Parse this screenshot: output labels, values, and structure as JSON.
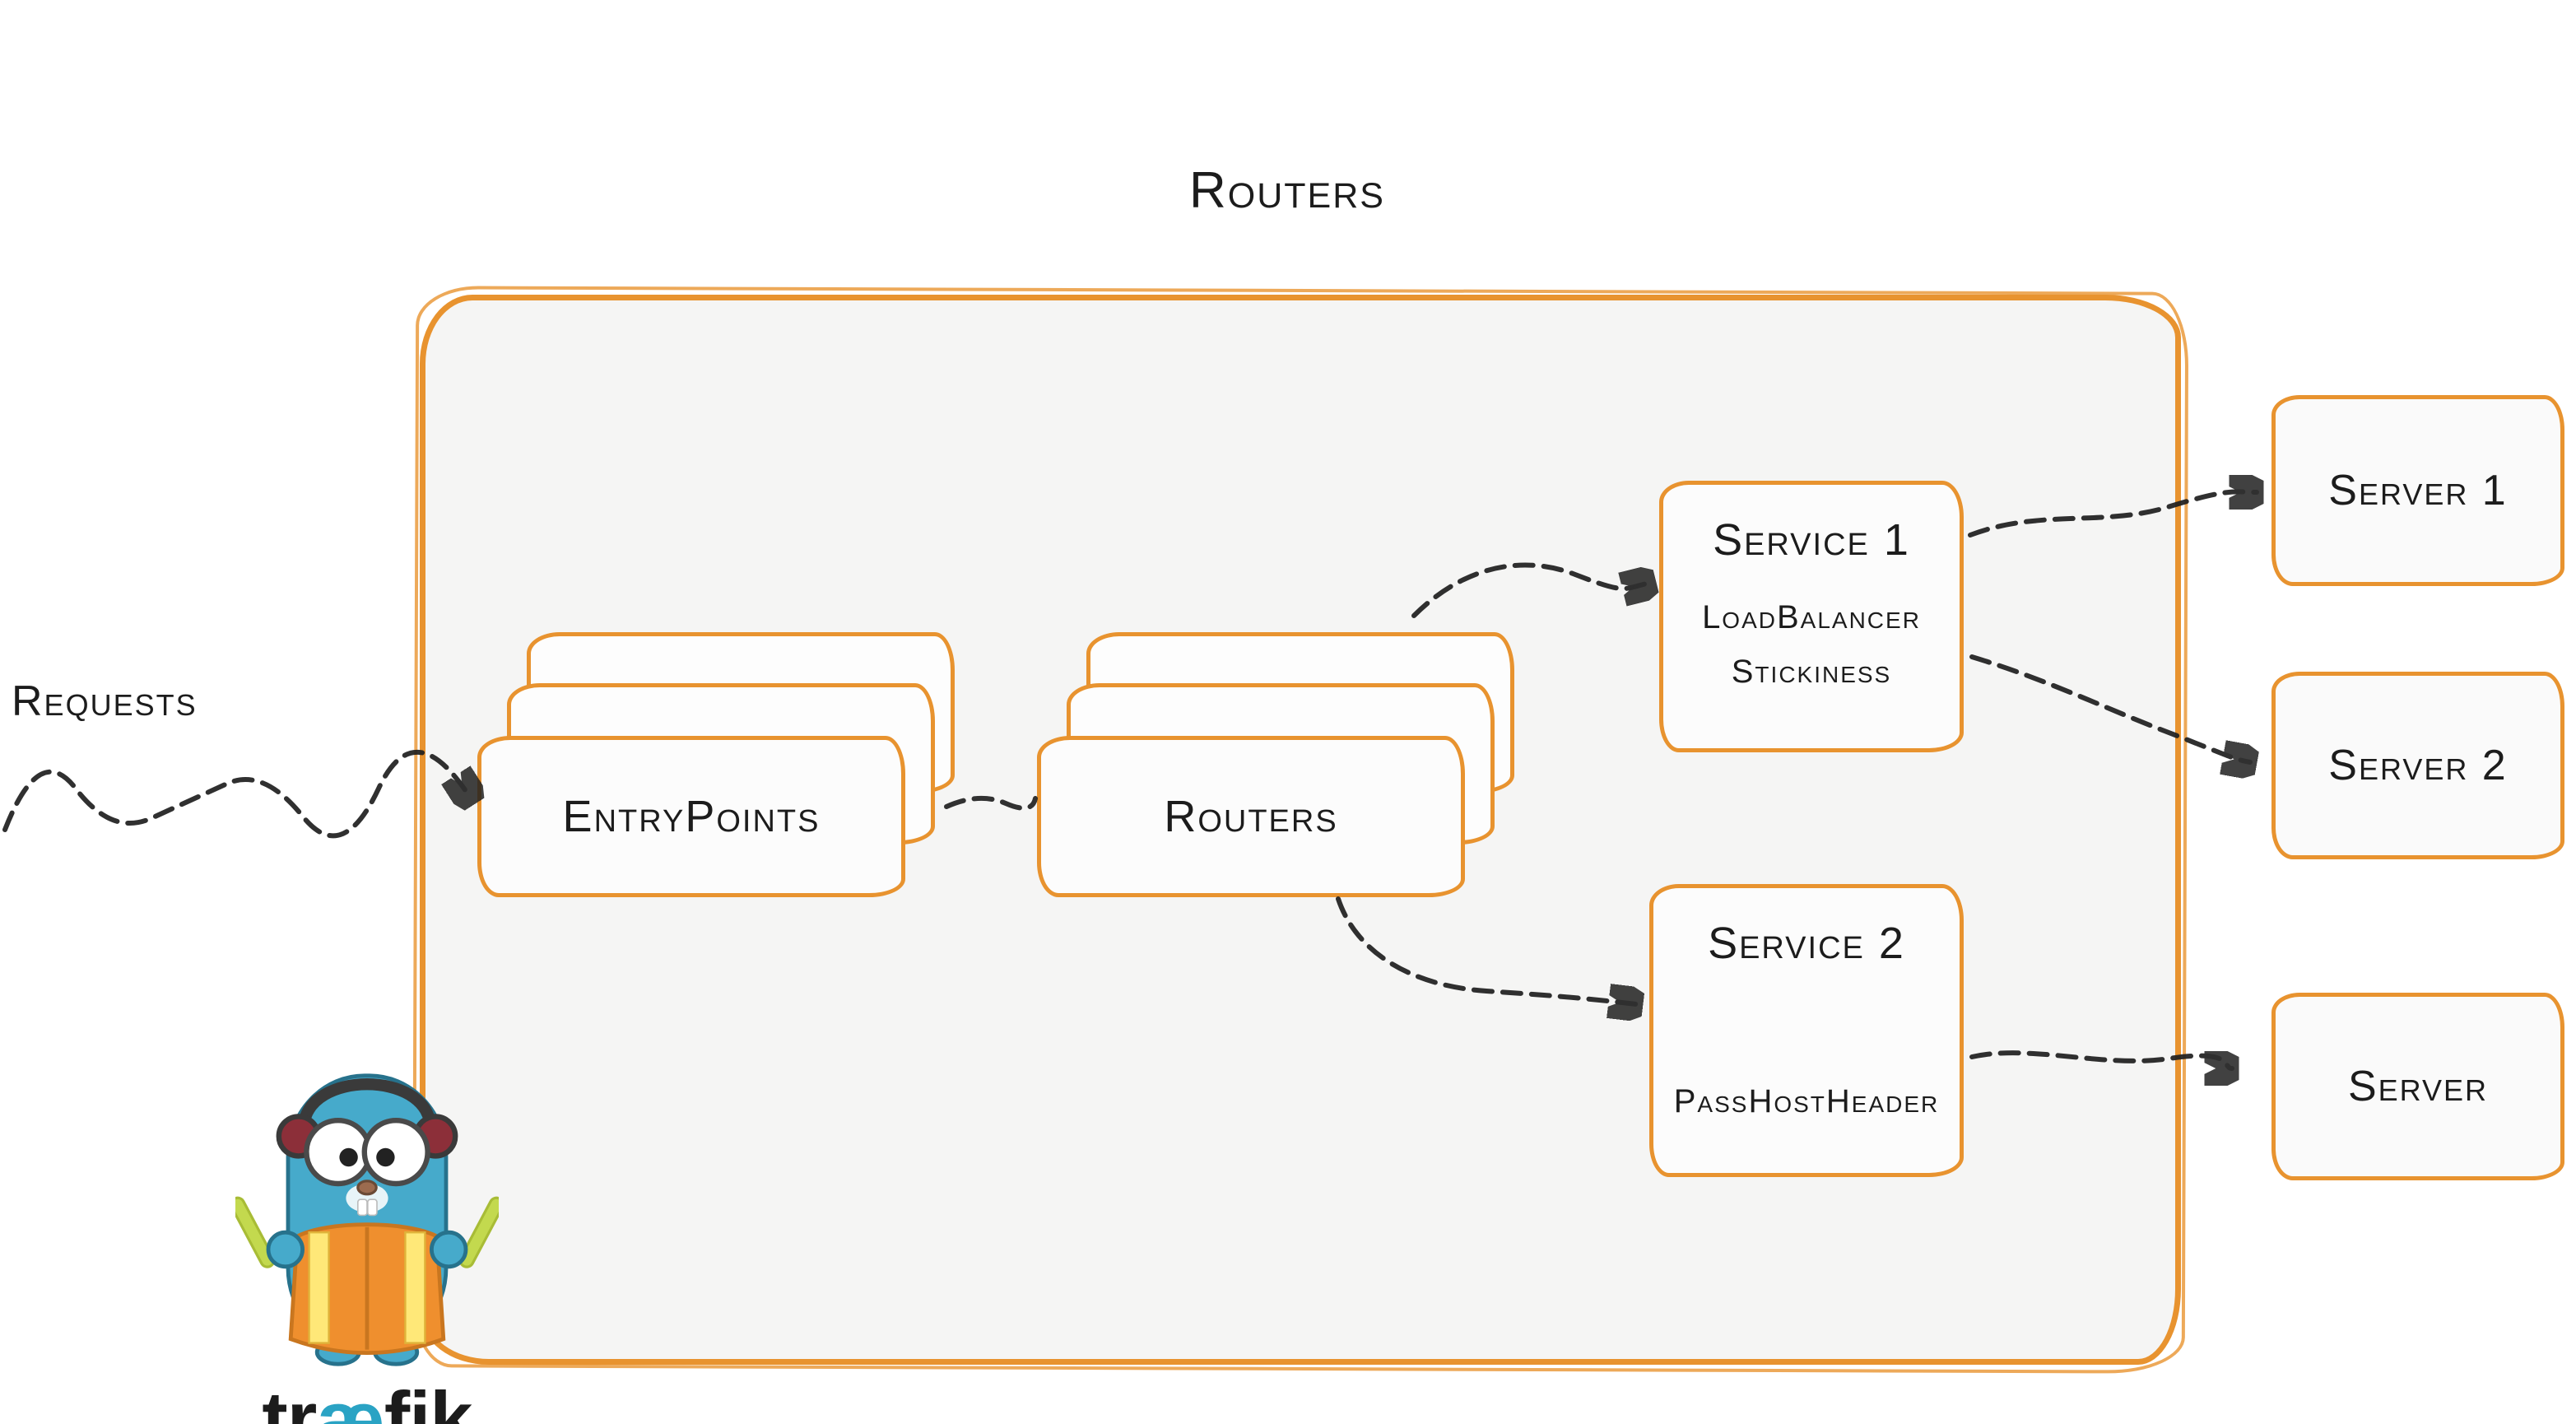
{
  "title": "Routers",
  "requests_label": "Requests",
  "nodes": {
    "entrypoints": "EntryPoints",
    "routers": "Routers"
  },
  "services": [
    {
      "title": "Service 1",
      "lines": [
        "LoadBalancer",
        "Stickiness"
      ]
    },
    {
      "title": "Service 2",
      "lines": [
        "PassHostHeader"
      ]
    }
  ],
  "servers": [
    {
      "label": "Server 1"
    },
    {
      "label": "Server 2"
    },
    {
      "label": "Server"
    }
  ],
  "edges": [
    {
      "from": "requests",
      "to": "entrypoints"
    },
    {
      "from": "entrypoints",
      "to": "routers"
    },
    {
      "from": "routers",
      "to": "service-1"
    },
    {
      "from": "routers",
      "to": "service-2"
    },
    {
      "from": "service-1",
      "to": "server-1"
    },
    {
      "from": "service-1",
      "to": "server-2"
    },
    {
      "from": "service-2",
      "to": "server"
    }
  ],
  "logo": {
    "pre": "tr",
    "ae": "æ",
    "post": "fik"
  },
  "colors": {
    "accent_orange": "#e8932f",
    "traefik_teal": "#2aa3c4",
    "arrow_black": "#1f1f1f",
    "boundary_fill": "#f5f5f4"
  }
}
